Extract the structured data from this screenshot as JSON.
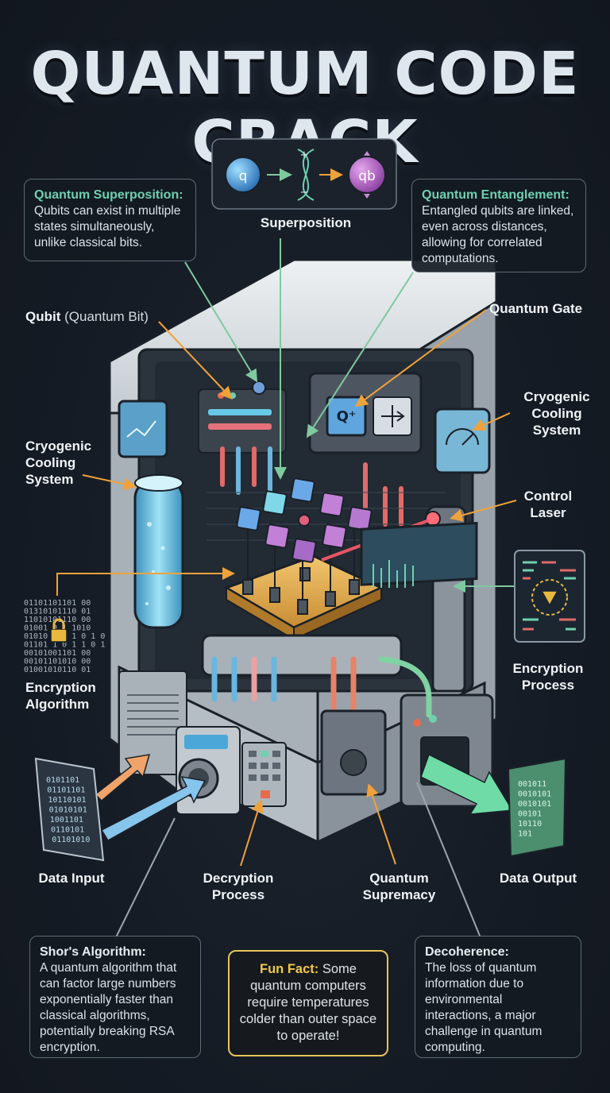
{
  "title": "QUANTUM CODE CRACK",
  "superposition_panel": {
    "q_glyph": "q",
    "qb_glyph": "qb",
    "plus_glyph": "+",
    "minus_glyph": "−",
    "label": "Superposition"
  },
  "callouts": {
    "superposition": {
      "title": "Quantum Superposition:",
      "body": "Qubits can exist in multiple states simultaneously, unlike classical bits."
    },
    "entanglement": {
      "title": "Quantum Entanglement:",
      "body": "Entangled qubits are linked, even across distances, allowing for correlated computations."
    },
    "shors": {
      "title": "Shor's Algorithm:",
      "body": "A quantum algorithm that can factor large numbers exponentially faster than classical algorithms, potentially breaking RSA encryption."
    },
    "decoherence": {
      "title": "Decoherence:",
      "body": "The loss of quantum information due to environmental interactions, a major challenge in quantum computing."
    },
    "fun_fact": {
      "title": "Fun Fact:",
      "body": "Some quantum computers require temperatures colder than outer space to operate!"
    }
  },
  "labels": {
    "qubit_bold": "Qubit",
    "qubit_light": "(Quantum Bit)",
    "quantum_gate": "Quantum Gate",
    "cryo_left_1": "Cryogenic",
    "cryo_left_2": "Cooling",
    "cryo_left_3": "System",
    "cryo_right_1": "Cryogenic",
    "cryo_right_2": "Cooling",
    "cryo_right_3": "System",
    "control_laser_1": "Control",
    "control_laser_2": "Laser",
    "encryption_algorithm_1": "Encryption",
    "encryption_algorithm_2": "Algorithm",
    "encryption_process_1": "Encryption",
    "encryption_process_2": "Process",
    "data_input": "Data Input",
    "decryption_1": "Decryption",
    "decryption_2": "Process",
    "supremacy_1": "Quantum",
    "supremacy_2": "Supremacy",
    "data_output": "Data Output",
    "gate_glyph": "Q⁺"
  },
  "binary": {
    "encryption": [
      "01101101101 00",
      "01310101110 01",
      "11010101110 00",
      "01001 0 1 1010",
      "01010 1 1 1 0 1 0",
      "01101 1 0 1 1 0 1",
      "00101001101 00",
      "00101101010 00",
      "01001010110 01"
    ],
    "input": [
      "0101101",
      "01101101",
      "10110101",
      "01010101",
      "1001101",
      "0110101",
      "01101010"
    ],
    "output": [
      "001011",
      "0010101",
      "0010101",
      "00101",
      "10110",
      "101"
    ]
  },
  "colors": {
    "accent_teal": "#6fd0b0",
    "fun_fact_border": "#e7c45a",
    "laser": "#ff5a6a",
    "arrow_orange": "#f0a23a"
  },
  "icons": [
    "lock-icon",
    "gauge-icon",
    "monitor-icon",
    "decoder-icon",
    "binary-document-icon"
  ]
}
